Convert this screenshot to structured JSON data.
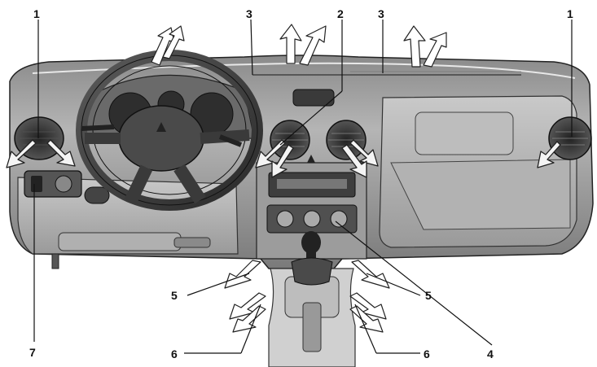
{
  "callouts": {
    "c1_left": "1",
    "c1_right": "1",
    "c2": "2",
    "c3_left": "3",
    "c3_right": "3",
    "c4": "4",
    "c5_left": "5",
    "c5_right": "5",
    "c6_left": "6",
    "c6_right": "6",
    "c7": "7"
  },
  "icons": {
    "vent_arrow": "airflow-arrow-icon",
    "steering": "steering-wheel-icon",
    "gauge": "gauge-icon"
  },
  "colors": {
    "dashboard_dark": "#6e6e6e",
    "dashboard_mid": "#a8a8a8",
    "dashboard_light": "#d6d6d6",
    "line": "#111111"
  }
}
